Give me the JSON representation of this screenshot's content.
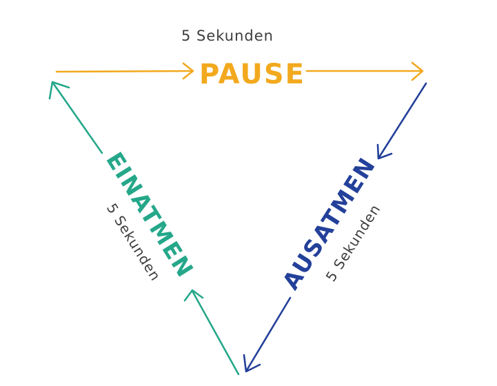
{
  "colors": {
    "pause": "#F2A91E",
    "ausatmen": "#23409A",
    "einatmen": "#25A78A",
    "duration_text": "#3d3d3d"
  },
  "phases": {
    "pause": {
      "label": "PAUSE",
      "duration": "5 Sekunden"
    },
    "ausatmen": {
      "label": "AUSATMEN",
      "duration": "5 Sekunden"
    },
    "einatmen": {
      "label": "EINATMEN",
      "duration": "5 Sekunden"
    }
  }
}
